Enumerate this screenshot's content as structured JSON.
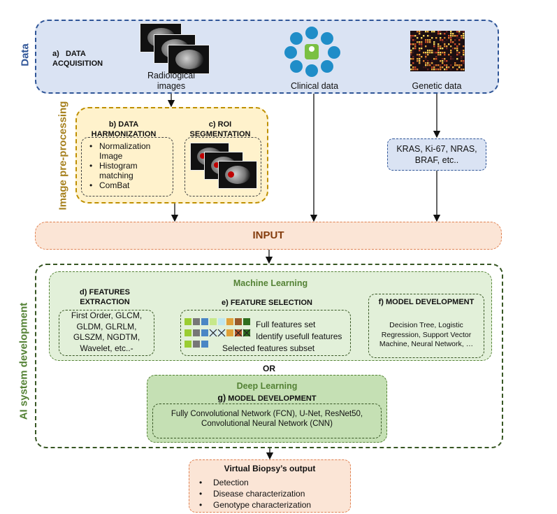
{
  "data": {
    "side_label": "Data",
    "acquisition": "a)   DATA\nACQUISITION",
    "radiological_label": "Radiological\nimages",
    "clinical_label": "Clinical data",
    "genetic_label": "Genetic data"
  },
  "preprocessing": {
    "side_label": "Image pre-processing",
    "harmonization_title": "b) DATA\nHARMONIZATION",
    "harmonization_items": [
      "Normalization\nImage",
      "Histogram\nmatching",
      "ComBat"
    ],
    "roi_title": "c) ROI\nSEGMENTATION"
  },
  "genetic_markers": "KRAS, Ki-67, NRAS,\nBRAF, etc..",
  "input_label": "INPUT",
  "ai": {
    "side_label": "AI system development",
    "ml_title": "Machine Learning",
    "extraction_title": "d) FEATURES\nEXTRACTION",
    "extraction_list": "First Order, GLCM,\nGLDM, GLRLM,\nGLSZM, NGDTM,\nWavelet, etc..-",
    "selection_title": "e) FEATURE SELECTION",
    "selection_rows": [
      "Full features set",
      "Identify usefull features",
      "Selected features subset"
    ],
    "model_title": "f) MODEL DEVELOPMENT",
    "model_list": "Decision Tree, Logistic\nRegression, Support Vector\nMachine, Neural Network, …",
    "or_label": "OR",
    "dl_title": "Deep Learning",
    "dl_model_prefix": "g)",
    "dl_model_title": " MODEL DEVELOPMENT",
    "dl_model_list": "Fully Convolutional Network (FCN), U-Net, ResNet50,\nConvolutional Neural Network (CNN)"
  },
  "output": {
    "title": "Virtual Biopsy’s output",
    "items": [
      "Detection",
      "Disease characterization",
      "Genotype characterization"
    ]
  },
  "colors": {
    "data_fill": "#dae3f3",
    "data_border": "#2f5597",
    "pre_fill": "#fff2cc",
    "pre_border": "#bf9000",
    "pre_text": "#a57f1c",
    "input_fill": "#fbe5d6",
    "input_border": "#e08050",
    "input_text": "#843c0c",
    "ai_border": "#375623",
    "ml_fill": "#e2f0d9",
    "ml_text": "#548235",
    "dl_fill": "#c5e0b4"
  }
}
